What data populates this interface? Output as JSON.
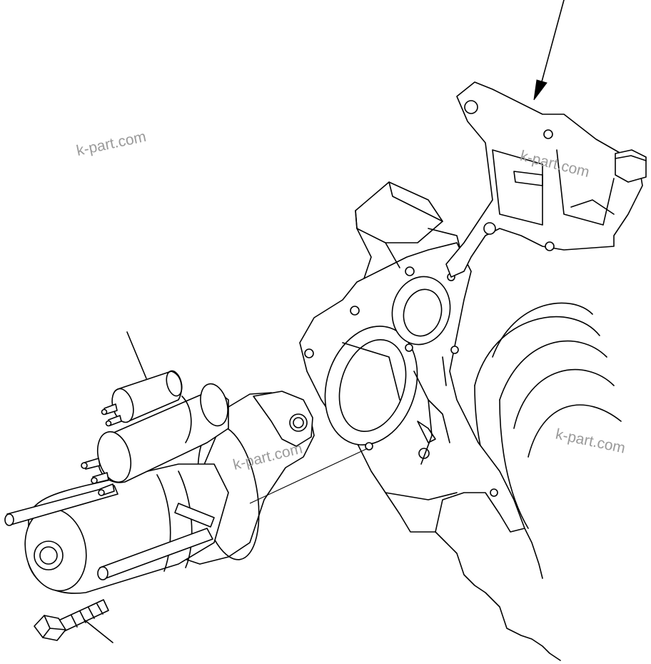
{
  "watermarks": [
    {
      "id": "wm-1",
      "text": "k-part.com",
      "rotate": -12
    },
    {
      "id": "wm-2",
      "text": "k-part.com",
      "rotate": 14
    },
    {
      "id": "wm-3",
      "text": "k-part.com",
      "rotate": -14
    },
    {
      "id": "wm-4",
      "text": "k-part.com",
      "rotate": 12
    }
  ]
}
